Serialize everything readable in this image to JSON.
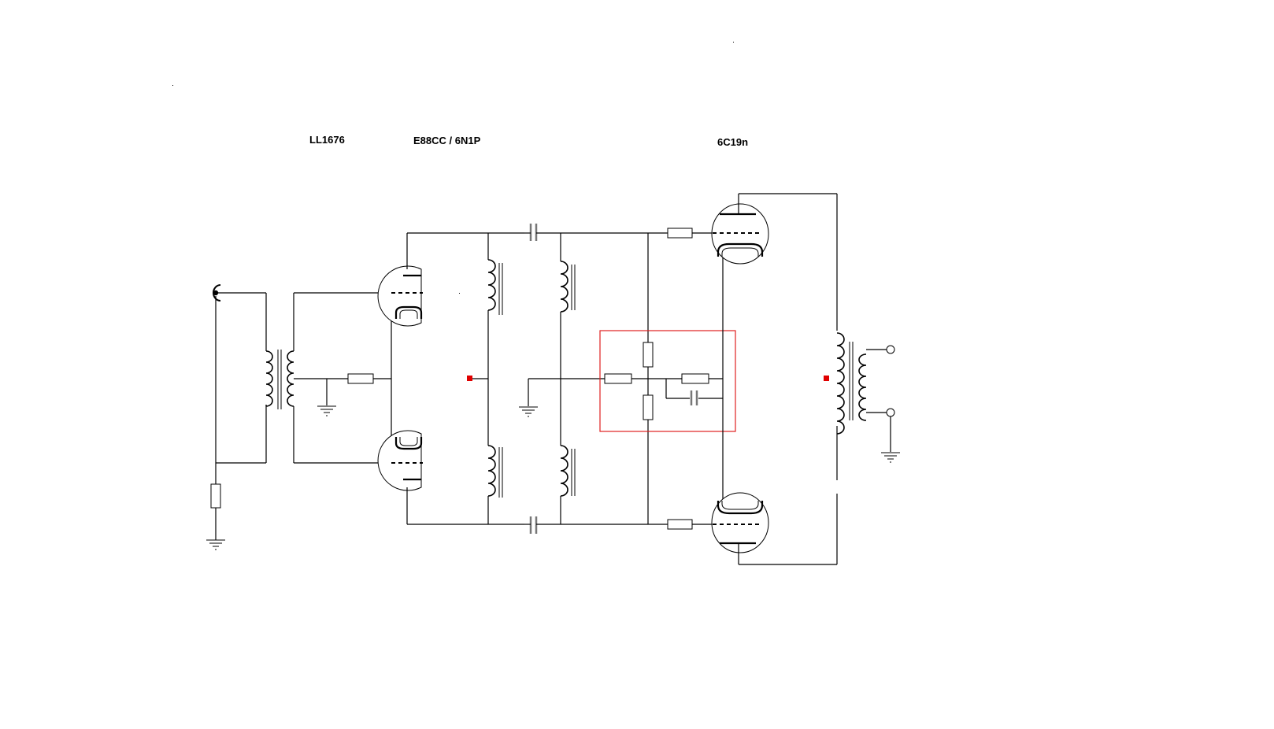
{
  "labels": {
    "input_transformer": "LL1676",
    "driver_tube": "E88CC / 6N1P",
    "output_tube": "6C19n"
  },
  "colors": {
    "wire": "#000000",
    "capacitor": "#777777",
    "selection_box": "#e02020",
    "node_marker": "#e00000",
    "background": "#ffffff"
  }
}
